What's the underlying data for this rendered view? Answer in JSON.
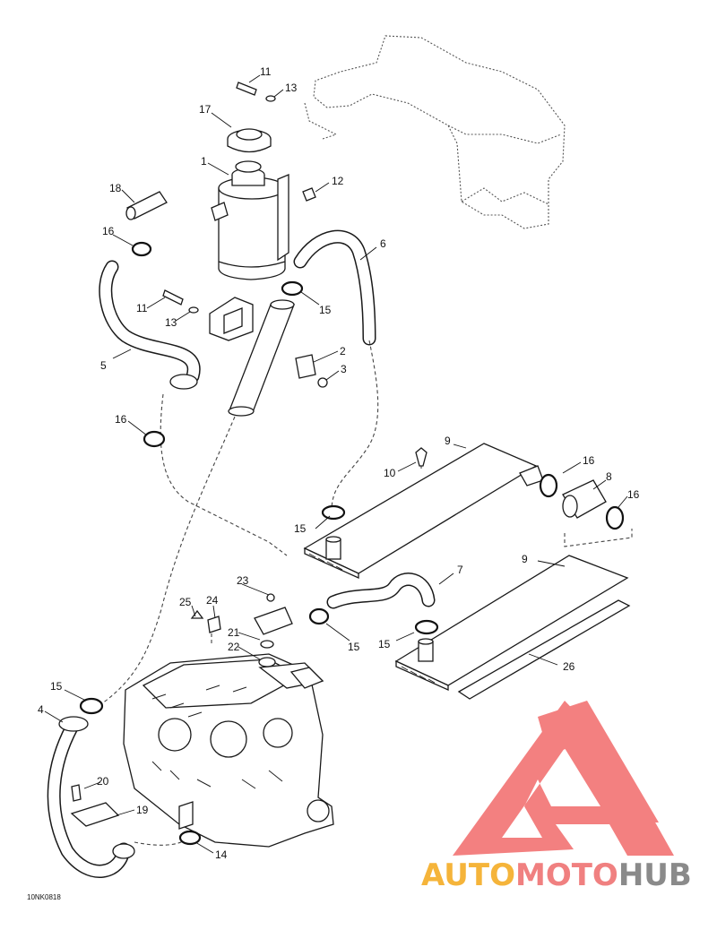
{
  "diagram_code": "10NK0818",
  "callouts": [
    {
      "id": "c1",
      "text": "1"
    },
    {
      "id": "c2",
      "text": "2"
    },
    {
      "id": "c3",
      "text": "3"
    },
    {
      "id": "c4",
      "text": "4"
    },
    {
      "id": "c5",
      "text": "5"
    },
    {
      "id": "c6",
      "text": "6"
    },
    {
      "id": "c7",
      "text": "7"
    },
    {
      "id": "c8",
      "text": "8"
    },
    {
      "id": "c9a",
      "text": "9"
    },
    {
      "id": "c9b",
      "text": "9"
    },
    {
      "id": "c10",
      "text": "10"
    },
    {
      "id": "c11a",
      "text": "11"
    },
    {
      "id": "c11b",
      "text": "11"
    },
    {
      "id": "c12",
      "text": "12"
    },
    {
      "id": "c13a",
      "text": "13"
    },
    {
      "id": "c13b",
      "text": "13"
    },
    {
      "id": "c14",
      "text": "14"
    },
    {
      "id": "c15a",
      "text": "15"
    },
    {
      "id": "c15b",
      "text": "15"
    },
    {
      "id": "c15c",
      "text": "15"
    },
    {
      "id": "c15d",
      "text": "15"
    },
    {
      "id": "c15e",
      "text": "15"
    },
    {
      "id": "c16a",
      "text": "16"
    },
    {
      "id": "c16b",
      "text": "16"
    },
    {
      "id": "c16c",
      "text": "16"
    },
    {
      "id": "c16d",
      "text": "16"
    },
    {
      "id": "c17",
      "text": "17"
    },
    {
      "id": "c18",
      "text": "18"
    },
    {
      "id": "c19",
      "text": "19"
    },
    {
      "id": "c20",
      "text": "20"
    },
    {
      "id": "c21",
      "text": "21"
    },
    {
      "id": "c22",
      "text": "22"
    },
    {
      "id": "c23",
      "text": "23"
    },
    {
      "id": "c24",
      "text": "24"
    },
    {
      "id": "c25",
      "text": "25"
    },
    {
      "id": "c26",
      "text": "26"
    }
  ],
  "watermark": {
    "part1": "AUTO",
    "part2": "MOTO",
    "part3": "HUB",
    "color_yellow": "#f5b43a",
    "color_red": "#f08080",
    "color_gray": "#8a8a8a",
    "logo_color": "#f26b6b"
  }
}
